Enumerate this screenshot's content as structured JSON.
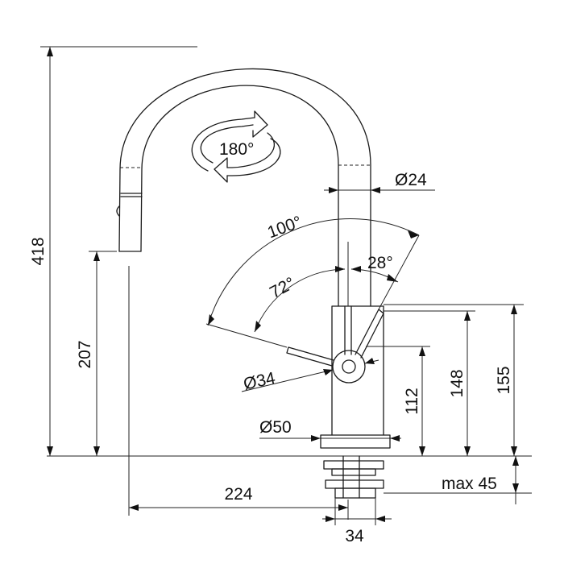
{
  "labels": {
    "rotation": "180°",
    "dia_spout": "Ø24",
    "angle_total": "100°",
    "angle_back": "28°",
    "angle_front": "72°",
    "dia_lever": "Ø34",
    "dia_base": "Ø50",
    "h_total": "418",
    "h_spout": "207",
    "h_lever": "112",
    "h_body": "148",
    "h_handle": "155",
    "reach": "224",
    "base_width": "34",
    "max_deck": "max 45"
  }
}
